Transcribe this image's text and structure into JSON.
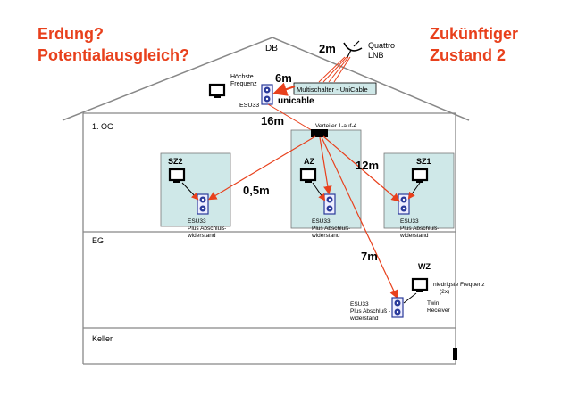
{
  "corner_labels": {
    "left_line1": "Erdung?",
    "left_line2": "Potentialausgleich?",
    "right_line1": "Zukünftiger",
    "right_line2": "Zustand 2"
  },
  "colors": {
    "accent_red": "#e8401c",
    "room_fill": "#cfe8e8",
    "socket_blue": "#2a3a9a",
    "line_gray": "#888888"
  },
  "roof": {
    "db": "DB",
    "dish_distance": "2m",
    "lnb_line1": "Quattro",
    "lnb_line2": "LNB",
    "tv_label_line1": "Höchste",
    "tv_label_line2": "Frequenz",
    "socket_label": "ESU33",
    "distance_6m": "6m",
    "unicable": "unicable",
    "multischalter": "Multischalter - UniCable"
  },
  "floors": {
    "og": "1. OG",
    "eg": "EG",
    "keller": "Keller"
  },
  "distribution": {
    "distance_16m": "16m",
    "verteiler": "Verteiler 1-auf-4",
    "distance_05m": "0,5m",
    "distance_12m": "12m",
    "distance_7m": "7m"
  },
  "rooms": {
    "sz2": {
      "name": "SZ2",
      "l1": "ESU33",
      "l2": "Plus Abschluß-",
      "l3": "widerstand"
    },
    "az": {
      "name": "AZ",
      "l1": "ESU33",
      "l2": "Plus Abschluß-",
      "l3": "widerstand"
    },
    "sz1": {
      "name": "SZ1",
      "l1": "ESU33",
      "l2": "Plus Abschluß-",
      "l3": "widerstand"
    },
    "wz": {
      "name": "WZ",
      "l1": "ESU33",
      "l2": "Plus Abschluß -",
      "l3": "widerstand",
      "freq_line1": "niedrigste Frequenz",
      "freq_line2": "(2x)",
      "receiver_line1": "Twin",
      "receiver_line2": "Receiver"
    }
  }
}
